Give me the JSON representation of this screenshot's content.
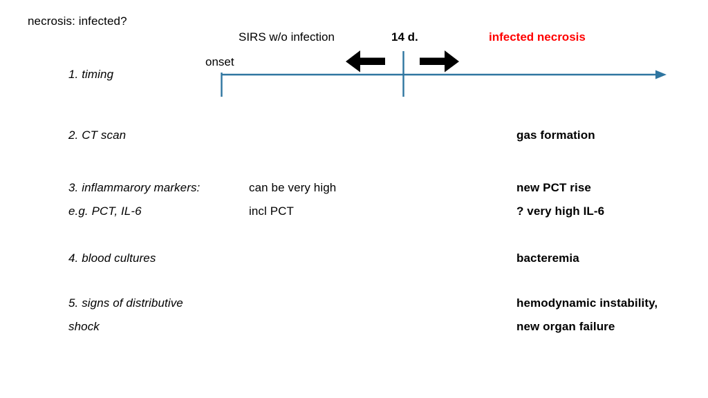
{
  "slide": {
    "title": "necrosis: infected?",
    "background": "#FFFFFF"
  },
  "colors": {
    "timeline_blue": "#2E75A0",
    "infected_red": "#FF0000",
    "arrow_black": "#000000",
    "text_black": "#000000"
  },
  "timeline": {
    "onset_label": "onset",
    "early_phase_label": "SIRS w/o infection",
    "day_marker_label": "14 d.",
    "late_phase_label": "infected necrosis",
    "left_arrow": "left-arrow",
    "right_arrow": "right-arrow",
    "axis_arrow": "timeline-arrow"
  },
  "rows": [
    {
      "criterion": "1. timing",
      "middle": "",
      "middle2": "",
      "right": "",
      "right2": ""
    },
    {
      "criterion": "2. CT scan",
      "middle": "",
      "middle2": "",
      "right": "gas formation",
      "right2": ""
    },
    {
      "criterion": "3. inflammarory markers:",
      "criterion2": "e.g. PCT, IL-6",
      "middle": "can be very high",
      "middle2": "incl PCT",
      "right": "new PCT rise",
      "right2": "? very high IL-6"
    },
    {
      "criterion": "4. blood cultures",
      "middle": "",
      "middle2": "",
      "right": "bacteremia",
      "right2": ""
    },
    {
      "criterion": "5. signs of distributive",
      "criterion2": "shock",
      "middle": "",
      "middle2": "",
      "right": "hemodynamic instability,",
      "right2": "new organ failure"
    }
  ]
}
